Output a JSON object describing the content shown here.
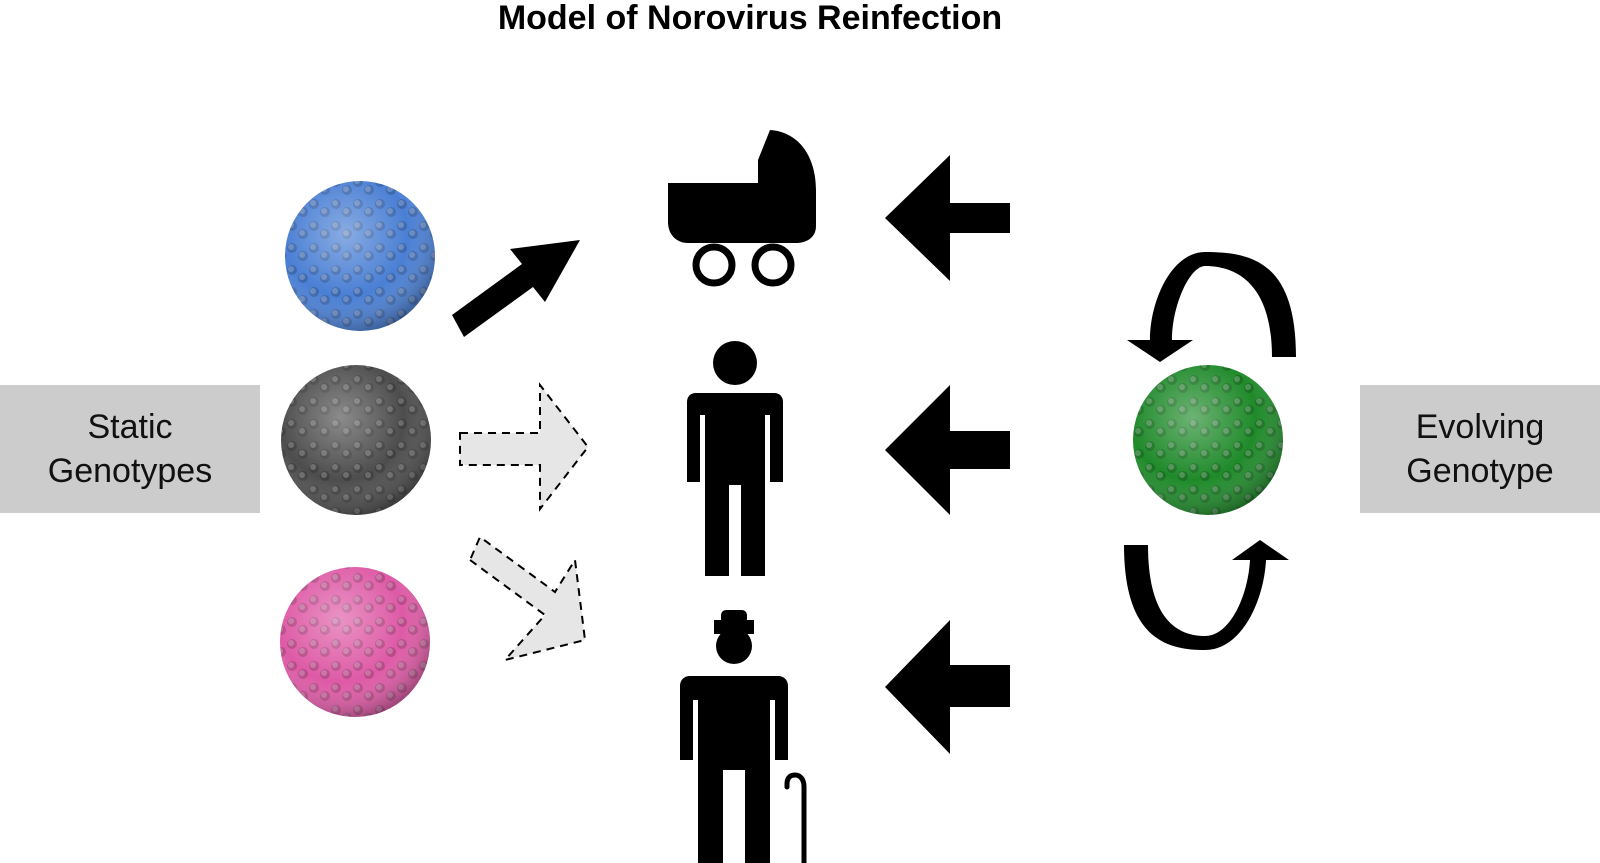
{
  "diagram": {
    "title": "Model of Norovirus Reinfection",
    "left_label": "Static\nGenotypes",
    "right_label": "Evolving\nGenotype"
  },
  "colors": {
    "static_genotype_1": "#4a7fd4",
    "static_genotype_2": "#4d4d4d",
    "static_genotype_3": "#de5aa6",
    "evolving_genotype": "#1f8a2a",
    "label_box": "#cccccc",
    "dashed_arrow_fill": "#e6e6e6"
  },
  "icons": {
    "infant": "baby-carriage-icon",
    "adult": "adult-person-icon",
    "elderly": "elderly-person-with-cane-icon",
    "evolution_cycle": "circular-arrows-icon"
  }
}
